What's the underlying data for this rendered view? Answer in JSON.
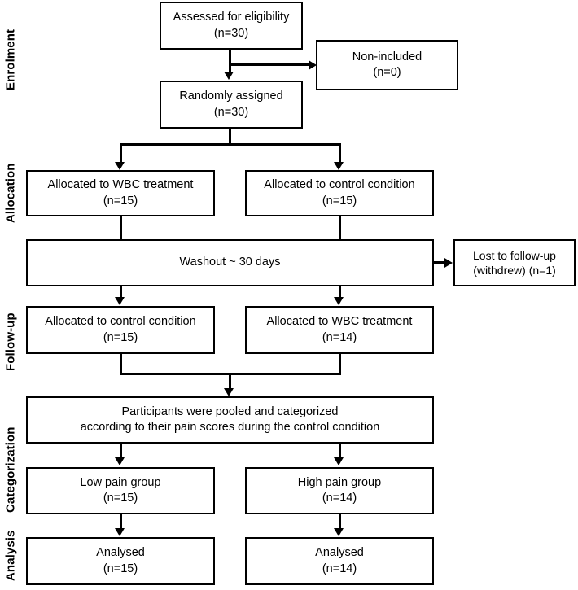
{
  "diagram": {
    "title": "CONSORT participant flow diagram",
    "line_color": "#000000",
    "background": "#ffffff"
  },
  "stages": [
    {
      "key": "enrolment",
      "label": "Enrolment"
    },
    {
      "key": "allocation",
      "label": "Allocation"
    },
    {
      "key": "followup",
      "label": "Follow-up"
    },
    {
      "key": "categorization",
      "label": "Categorization"
    },
    {
      "key": "analysis",
      "label": "Analysis"
    }
  ],
  "nodes": {
    "assessed": {
      "line1": "Assessed for eligibility",
      "line2": "(n=30)"
    },
    "non_included": {
      "line1": "Non-included",
      "line2": "(n=0)"
    },
    "randomized": {
      "line1": "Randomly assigned",
      "line2": "(n=30)"
    },
    "alloc_wbc": {
      "line1": "Allocated to WBC treatment",
      "line2": "(n=15)"
    },
    "alloc_control": {
      "line1": "Allocated to control condition",
      "line2": "(n=15)"
    },
    "washout": {
      "line1": "Washout ~ 30 days",
      "line2": ""
    },
    "lost_followup": {
      "line1": "Lost to follow-up",
      "line2": "(withdrew) (n=1)"
    },
    "follow_control": {
      "line1": "Allocated to control condition",
      "line2": "(n=15)"
    },
    "follow_wbc": {
      "line1": "Allocated to WBC treatment",
      "line2": "(n=14)"
    },
    "pooled": {
      "line1": "Participants were pooled and categorized",
      "line2": "according to their pain scores during the control condition"
    },
    "low_pain": {
      "line1": "Low pain group",
      "line2": "(n=15)"
    },
    "high_pain": {
      "line1": "High pain group",
      "line2": "(n=14)"
    },
    "analysed_low": {
      "line1": "Analysed",
      "line2": "(n=15)"
    },
    "analysed_high": {
      "line1": "Analysed",
      "line2": "(n=14)"
    }
  },
  "chart_data": {
    "type": "diagram",
    "title": "CONSORT participant flow",
    "stages": [
      "Enrolment",
      "Allocation",
      "Follow-up",
      "Categorization",
      "Analysis"
    ],
    "counts": {
      "assessed_for_eligibility": 30,
      "non_included": 0,
      "randomly_assigned": 30,
      "allocated_wbc_period1": 15,
      "allocated_control_period1": 15,
      "lost_to_follow_up_withdrew": 1,
      "allocated_control_period2": 15,
      "allocated_wbc_period2": 14,
      "low_pain_group": 15,
      "high_pain_group": 14,
      "analysed_low_pain": 15,
      "analysed_high_pain": 14
    },
    "washout_days": 30
  }
}
